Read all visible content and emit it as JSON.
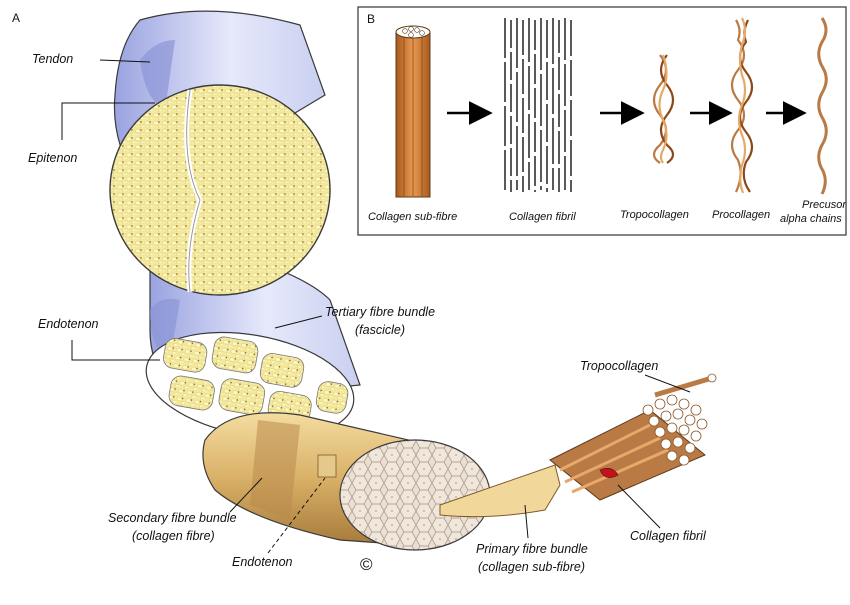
{
  "panel_a": {
    "letter": "A",
    "labels": {
      "tendon": "Tendon",
      "epitenon": "Epitenon",
      "endotenon_upper": "Endotenon",
      "tertiary_line1": "Tertiary fibre bundle",
      "tertiary_line2": "(fascicle)",
      "tropocollagen": "Tropocollagen",
      "secondary_line1": "Secondary fibre bundle",
      "secondary_line2": "(collagen fibre)",
      "endotenon_lower": "Endotenon",
      "primary_line1": "Primary fibre bundle",
      "primary_line2": "(collagen sub-fibre)",
      "collagen_fibril": "Collagen fibril"
    },
    "copyright_symbol": "©"
  },
  "panel_b": {
    "letter": "B",
    "stages": [
      {
        "label": "Collagen sub-fibre"
      },
      {
        "label": "Collagen fibril"
      },
      {
        "label": "Tropocollagen"
      },
      {
        "label": "Procollagen"
      },
      {
        "label_line1": "Precusor",
        "label_line2": "alpha chains"
      }
    ]
  },
  "colors": {
    "sheath_blue": "#c9cff0",
    "sheath_blue_dark": "#8c95d6",
    "fascicle_yellow": "#f3ea9c",
    "dot_brown": "#7a4a1e",
    "fibre_gold": "#d9b067",
    "fibre_brown": "#b97a45",
    "subfibre_orange": "#c8742c"
  }
}
